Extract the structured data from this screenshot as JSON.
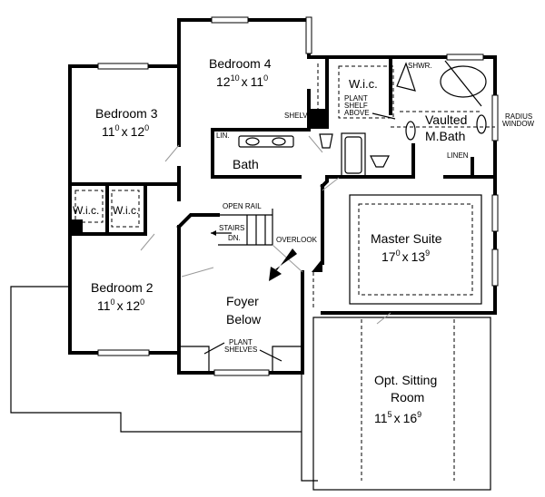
{
  "rooms": {
    "bedroom4": {
      "name": "Bedroom 4",
      "w": "12",
      "w_in": "10",
      "x": "x",
      "h": "11",
      "h_in": "0"
    },
    "bedroom3": {
      "name": "Bedroom 3",
      "w": "11",
      "w_in": "0",
      "x": "x",
      "h": "12",
      "h_in": "0"
    },
    "bedroom2": {
      "name": "Bedroom 2",
      "w": "11",
      "w_in": "0",
      "x": "x",
      "h": "12",
      "h_in": "0"
    },
    "master": {
      "name": "Master Suite",
      "w": "17",
      "w_in": "0",
      "x": "x",
      "h": "13",
      "h_in": "9"
    },
    "sitting": {
      "name_line1": "Opt. Sitting",
      "name_line2": "Room",
      "w": "11",
      "w_in": "5",
      "x": "x",
      "h": "16",
      "h_in": "9"
    },
    "foyer": {
      "line1": "Foyer",
      "line2": "Below"
    },
    "bath": "Bath",
    "mbath": {
      "line1": "Vaulted",
      "line2": "M.Bath"
    },
    "wic_master": "W.i.c.",
    "wic_left1": "W.i.c.",
    "wic_left2": "W.i.c."
  },
  "labels": {
    "shelves": "SHELVES",
    "lin": "LIN.",
    "shwr": "SHWR.",
    "plant_shelf": [
      "PLANT",
      "SHELF",
      "ABOVE"
    ],
    "radius_window": [
      "RADIUS",
      "WINDOW"
    ],
    "linen": "LINEN",
    "open_rail": "OPEN RAIL",
    "stairs": [
      "STAIRS",
      "DN."
    ],
    "overlook": "OVERLOOK",
    "plant_shelves": [
      "PLANT",
      "SHELVES"
    ]
  }
}
